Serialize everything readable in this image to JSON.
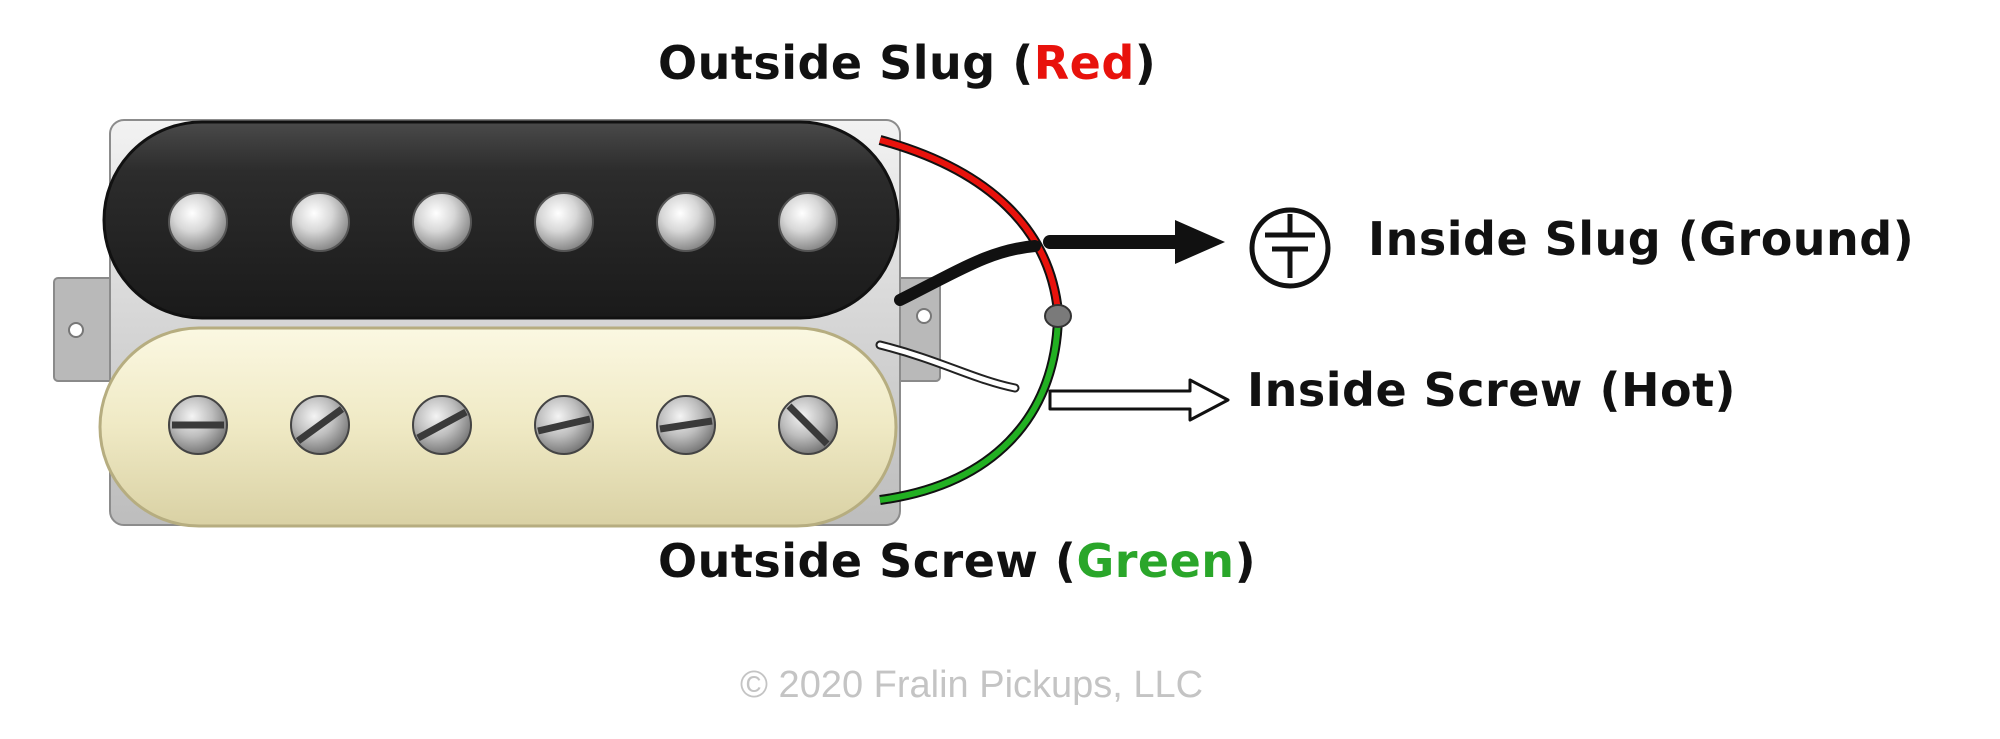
{
  "labels": {
    "outside_slug": {
      "name": "Outside Slug",
      "open": " (",
      "color_word": "Red",
      "close": ")"
    },
    "outside_screw": {
      "name": "Outside Screw",
      "open": " (",
      "color_word": "Green",
      "close": ")"
    },
    "inside_slug": "Inside Slug (Ground)",
    "inside_screw": "Inside Screw (Hot)"
  },
  "colors": {
    "red_wire": "#e8120c",
    "green_wire": "#22b022",
    "black_wire": "#111111",
    "white_wire": "#ffffff",
    "red_text": "#e8120c",
    "green_text": "#2aa62a",
    "slug_bobbin": "#2a2a2a",
    "screw_bobbin": "#efe9c4",
    "baseplate": "#d8d8d8"
  },
  "icons": {
    "ground": "ground-symbol-icon"
  },
  "copyright": "© 2020 Fralin Pickups, LLC"
}
